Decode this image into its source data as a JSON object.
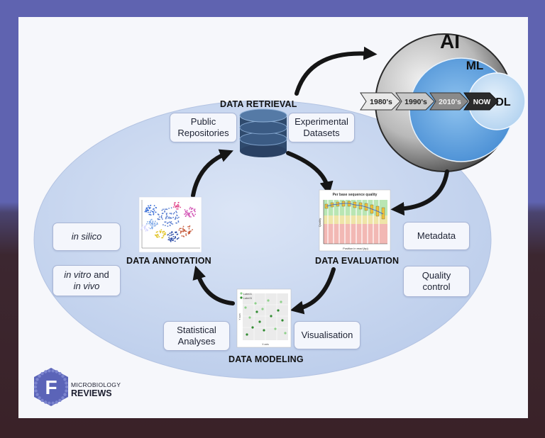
{
  "stages": {
    "retrieval": "DATA RETRIEVAL",
    "evaluation": "DATA EVALUATION",
    "modeling": "DATA MODELING",
    "annotation": "DATA ANNOTATION"
  },
  "boxes": {
    "public_repositories": [
      "Public",
      "Repositories"
    ],
    "experimental_datasets": [
      "Experimental",
      "Datasets"
    ],
    "metadata": "Metadata",
    "quality_control": [
      "Quality",
      "control"
    ],
    "visualisation": "Visualisation",
    "statistical_analyses": [
      "Statistical",
      "Analyses"
    ],
    "in_silico": "in silico",
    "in_vitro_prefix": "in vitro",
    "in_vitro_and": " and",
    "in_vivo": "in vivo"
  },
  "ai_diagram": {
    "ai": "AI",
    "ml": "ML",
    "dl": "DL",
    "timeline": [
      "1980's",
      "1990's",
      "2010's",
      "NOW"
    ]
  },
  "quality_plot": {
    "title": "Per base sequence quality",
    "xlabel": "Position in read (bp)",
    "ylabel": "Quality"
  },
  "scatter_plot": {
    "legend": [
      "Label A",
      "Label B"
    ],
    "xlabel": "X axis",
    "ylabel": "Y axis"
  },
  "logo": {
    "letter": "F",
    "line1": "MICROBIOLOGY",
    "line2": "REVIEWS"
  },
  "colors": {
    "ellipse": "#c9d6ef",
    "box_border": "#a9b6d6",
    "arrow": "#151515",
    "ai_outer": "#555555",
    "ml_blue": "#5a9fdc",
    "dl_light": "#c6def5",
    "logo_blue": "#5b64b8"
  }
}
